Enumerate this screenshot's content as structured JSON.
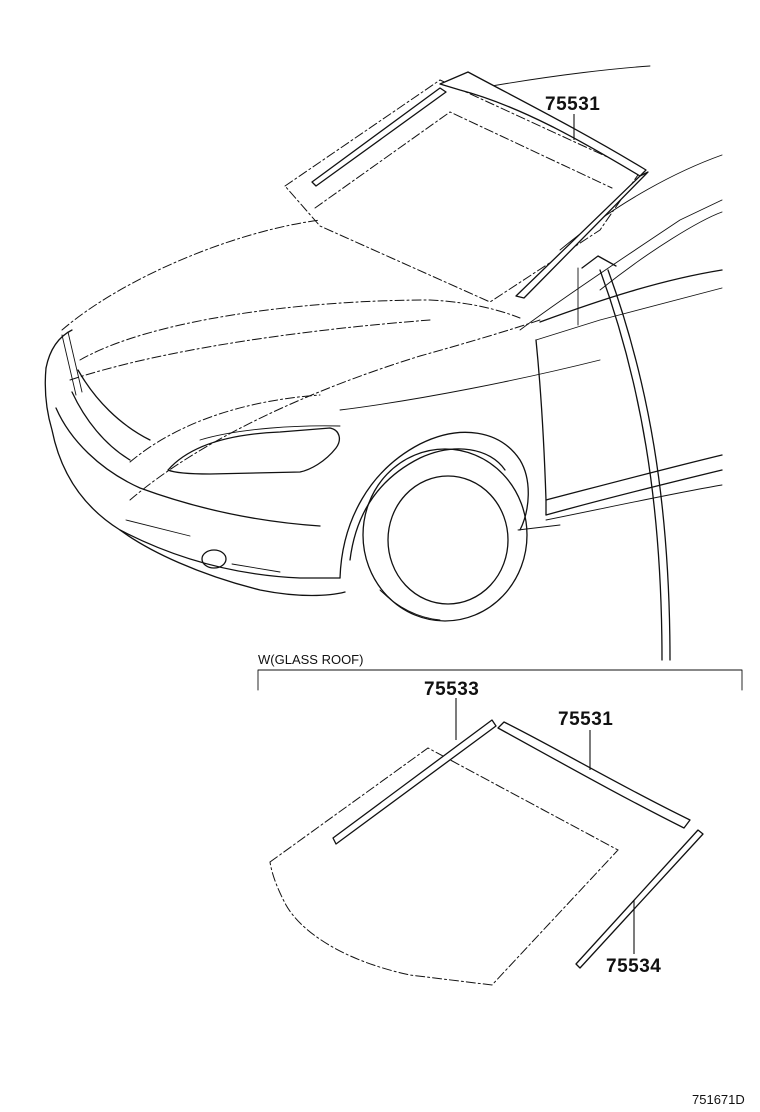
{
  "parts": {
    "upper_molding": "75531",
    "glass_roof_upper_molding": "75531",
    "glass_roof_side_molding_left": "75533",
    "glass_roof_side_molding_right": "75534"
  },
  "condition": "W(GLASS ROOF)",
  "diagram_ref": "751671D"
}
